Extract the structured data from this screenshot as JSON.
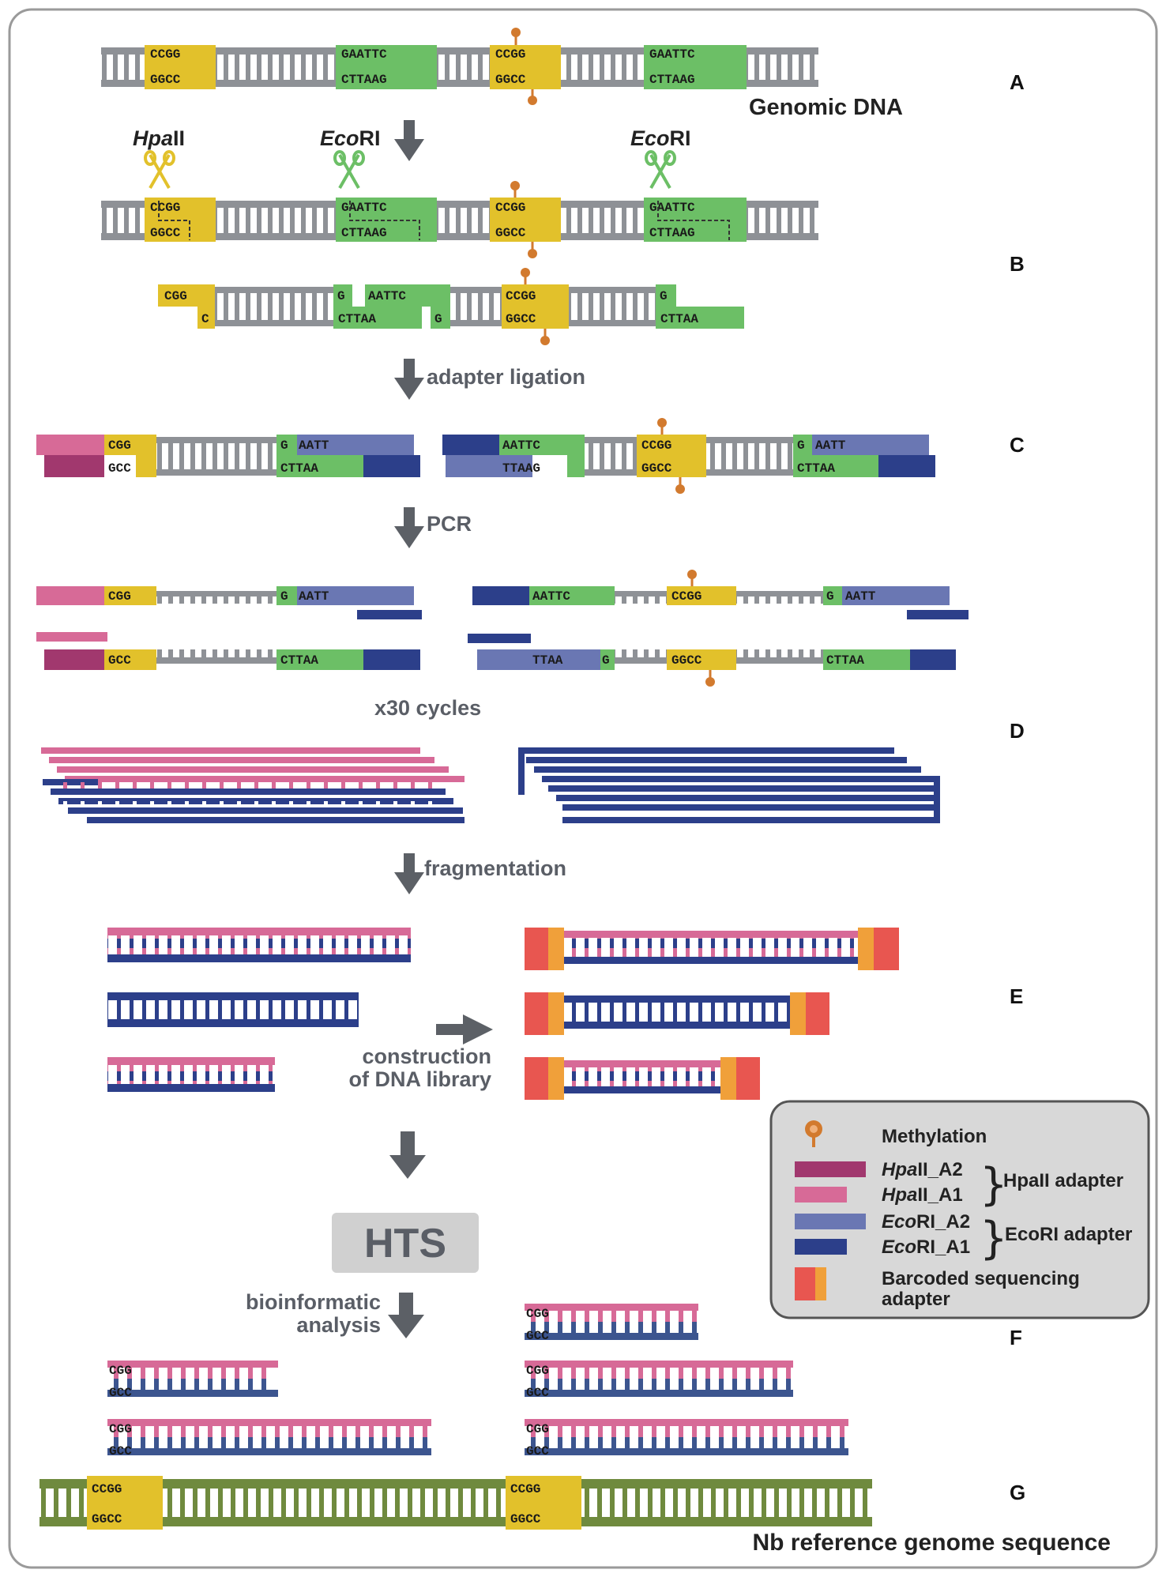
{
  "panel_letters": [
    "A",
    "B",
    "C",
    "D",
    "E",
    "F",
    "G"
  ],
  "labels": {
    "genomic_dna": "Genomic DNA",
    "reference": "Nb reference genome sequence",
    "enzyme_hpa": "HpaII",
    "enzyme_hpa_italic": "Hpa",
    "enzyme_hpa_rest": "II",
    "enzyme_eco_italic": "Eco",
    "enzyme_eco_rest": "RI"
  },
  "steps": {
    "adapter_ligation": "adapter ligation",
    "pcr": "PCR",
    "cycles": "x30 cycles",
    "fragmentation": "fragmentation",
    "construction_1": "construction",
    "construction_2": "of DNA library",
    "hts": "HTS",
    "bioinfo_1": "bioinformatic",
    "bioinfo_2": "analysis"
  },
  "sequences": {
    "ccgg": "CCGG",
    "ggcc": "GGCC",
    "gaattc": "GAATTC",
    "cttaag": "CTTAAG",
    "cgg": "CGG",
    "gcc": "GCC",
    "c": "C",
    "g": "G",
    "aattc": "AATTC",
    "cttaa": "CTTAA",
    "aatt": "AATT",
    "ttaa": "TTAA",
    "ttaag": "TTAAG"
  },
  "legend": {
    "methylation": "Methylation",
    "hpa_a2_italic": "Hpa",
    "hpa_a2_rest": "II_A2",
    "hpa_a1_italic": "Hpa",
    "hpa_a1_rest": "II_A1",
    "hpa_adapter": "HpaII adapter",
    "eco_a2_italic": "Eco",
    "eco_a2_rest": "RI_A2",
    "eco_a1_italic": "Eco",
    "eco_a1_rest": "RI_A1",
    "eco_adapter": "EcoRI adapter",
    "barcode_1": "Barcoded sequencing",
    "barcode_2": "adapter"
  },
  "colors": {
    "backbone": "#8e9196",
    "ccgg_site": "#e2c12b",
    "ecori_site": "#6cbf66",
    "hpa_a2": "#a1386e",
    "hpa_a1": "#d76a97",
    "eco_a2": "#6a77b3",
    "eco_a1": "#2c3f8a",
    "methylation": "#d27a2e",
    "barcode_red": "#e85650",
    "barcode_orange": "#f0a03a",
    "reference": "#6f8a3e",
    "arrow": "#5c6066"
  }
}
